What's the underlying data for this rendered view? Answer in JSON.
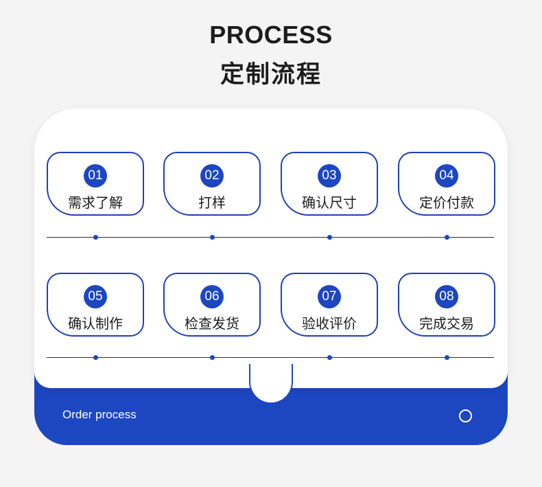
{
  "header": {
    "title_en": "PROCESS",
    "title_cn": "定制流程"
  },
  "steps": [
    {
      "num": "01",
      "label": "需求了解"
    },
    {
      "num": "02",
      "label": "打样"
    },
    {
      "num": "03",
      "label": "确认尺寸"
    },
    {
      "num": "04",
      "label": "定价付款"
    },
    {
      "num": "05",
      "label": "确认制作"
    },
    {
      "num": "06",
      "label": "检查发货"
    },
    {
      "num": "07",
      "label": "验收评价"
    },
    {
      "num": "08",
      "label": "完成交易"
    }
  ],
  "footer": {
    "label": "Order process",
    "icon": "circle-icon"
  },
  "colors": {
    "accent": "#1d47c0",
    "text": "#1c1c1c",
    "background": "#f4f4f4"
  }
}
